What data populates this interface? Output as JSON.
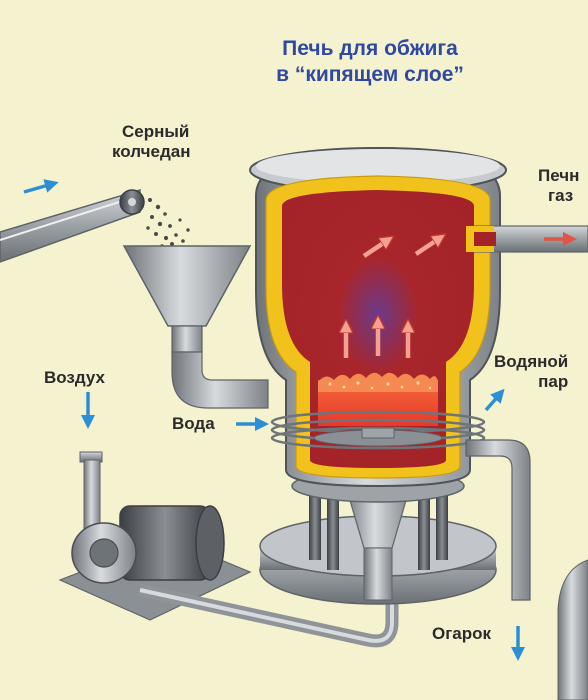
{
  "title": {
    "line1": "Печь для обжига",
    "line2": "в “кипящем слое”"
  },
  "labels": {
    "pyrite_line1": "Серный",
    "pyrite_line2": "колчедан",
    "furnace_gas_line1": "Печн",
    "furnace_gas_line2": "газ",
    "air": "Воздух",
    "water": "Вода",
    "steam_line1": "Водяной",
    "steam_line2": "пар",
    "cinder": "Огарок"
  },
  "colors": {
    "background": "#f4f2cf",
    "title": "#2f49a3",
    "flow_arrow": "#2c8fd6",
    "heat_arrow": "#f08a7a",
    "furnace_shell": "#9ea3a8",
    "insulation": "#f2c21c",
    "chamber": "#a8262b",
    "fluidized_bed": "#f0492e"
  }
}
